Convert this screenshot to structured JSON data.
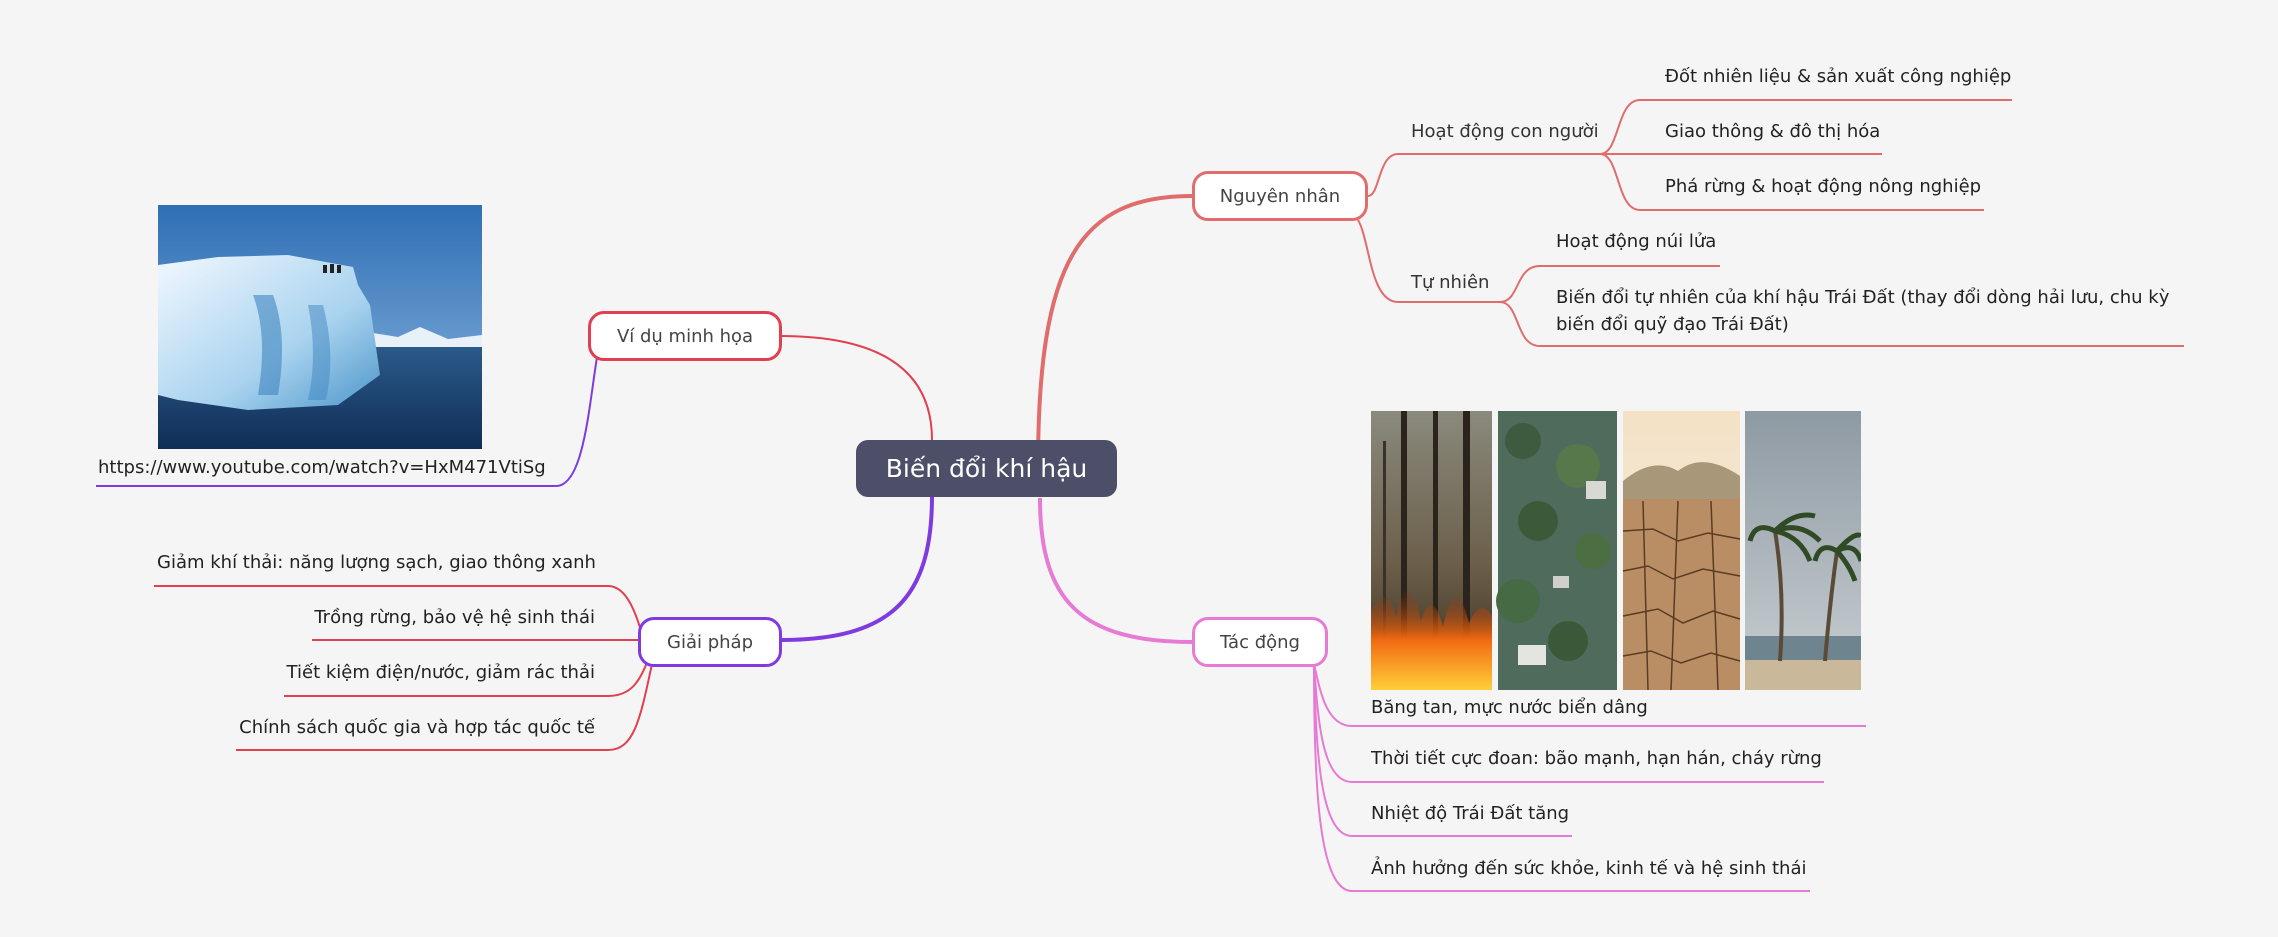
{
  "central": "Biến đổi khí hậu",
  "colors": {
    "central_bg": "#4d4f69",
    "nguyen_nhan": "#e06c6c",
    "tac_dong": "#e77ad4",
    "giai_phap": "#7f3be0",
    "vi_du": "#e0404f"
  },
  "branches": {
    "nguyen_nhan": {
      "label": "Nguyên nhân",
      "groups": [
        {
          "label": "Hoạt động con người",
          "items": [
            "Đốt nhiên liệu & sản xuất công nghiệp",
            "Giao thông & đô thị hóa",
            "Phá rừng & hoạt động nông nghiệp"
          ]
        },
        {
          "label": "Tự nhiên",
          "items": [
            "Hoạt động núi lửa",
            "Biến đổi tự nhiên của khí hậu Trái Đất (thay đổi dòng hải lưu, chu kỳ biến đổi quỹ đạo Trái Đất)"
          ]
        }
      ]
    },
    "tac_dong": {
      "label": "Tác động",
      "images": [
        "forest-fire-image",
        "flood-image",
        "drought-image",
        "storm-image"
      ],
      "items": [
        "Băng tan, mực nước biển dâng",
        "Thời tiết cực đoan: bão mạnh, hạn hán, cháy rừng",
        "Nhiệt độ Trái Đất tăng",
        "Ảnh hưởng đến sức khỏe, kinh tế và hệ sinh thái"
      ]
    },
    "giai_phap": {
      "label": "Giải pháp",
      "items": [
        "Giảm khí thải: năng lượng sạch, giao thông xanh",
        "Trồng rừng, bảo vệ hệ sinh thái",
        "Tiết kiệm điện/nước, giảm rác thải",
        "Chính sách quốc gia và hợp tác quốc tế"
      ]
    },
    "vi_du": {
      "label": "Ví dụ minh họa",
      "image": "iceberg-image",
      "link": "https://www.youtube.com/watch?v=HxM471VtiSg"
    }
  }
}
